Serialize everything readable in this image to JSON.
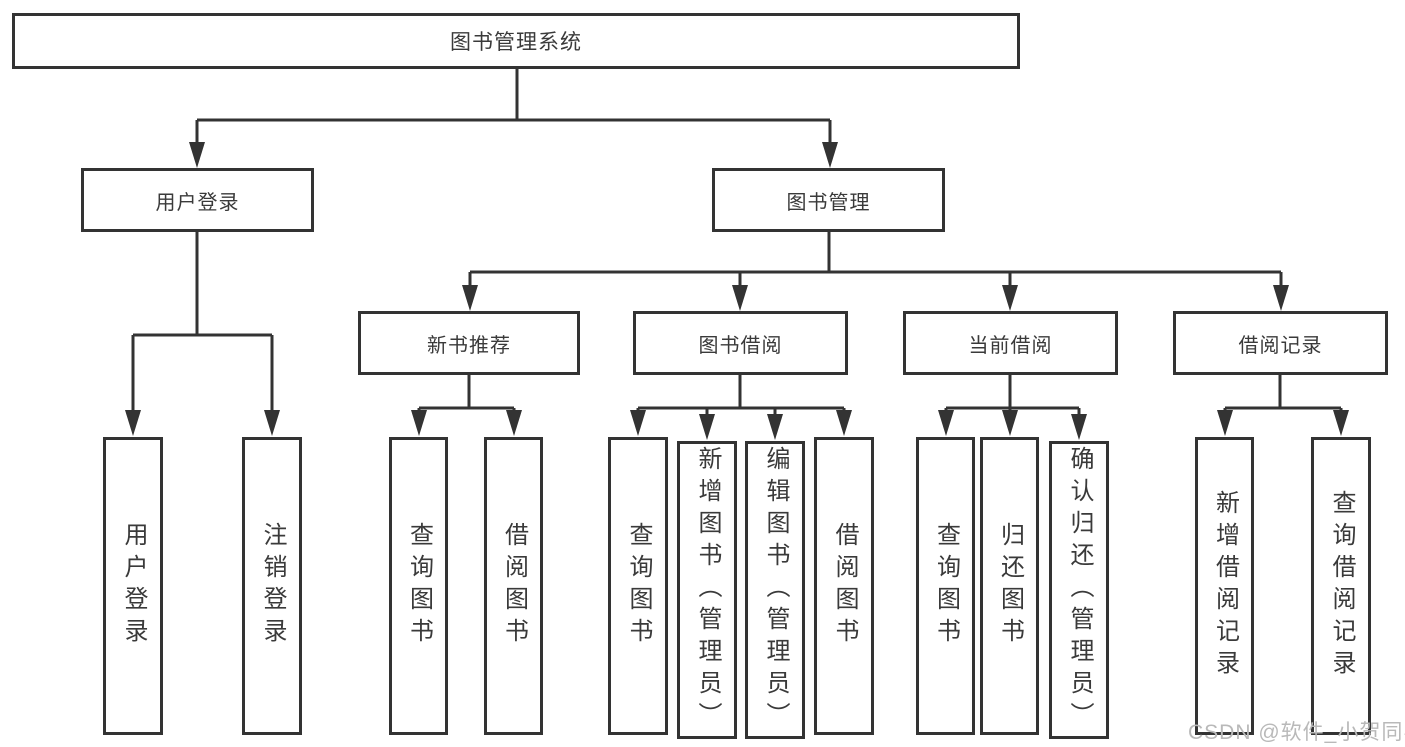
{
  "diagram": {
    "root": "图书管理系统",
    "branches": [
      {
        "label": "用户登录",
        "leaves": [
          "用户登录",
          "注销登录"
        ]
      },
      {
        "label": "图书管理",
        "groups": [
          {
            "label": "新书推荐",
            "leaves": [
              "查询图书",
              "借阅图书"
            ]
          },
          {
            "label": "图书借阅",
            "leaves": [
              "查询图书",
              "新增图书（管理员）",
              "编辑图书（管理员）",
              "借阅图书"
            ]
          },
          {
            "label": "当前借阅",
            "leaves": [
              "查询图书",
              "归还图书",
              "确认归还（管理员）"
            ]
          },
          {
            "label": "借阅记录",
            "leaves": [
              "新增借阅记录",
              "查询借阅记录"
            ]
          }
        ]
      }
    ]
  },
  "watermark": "CSDN @软件_小贺同学",
  "colors": {
    "line": "#333333",
    "box_border": "#333333",
    "box_fill": "#ffffff",
    "text": "#3a3a3a",
    "watermark": "#b9b9b9",
    "background": "#ffffff"
  }
}
